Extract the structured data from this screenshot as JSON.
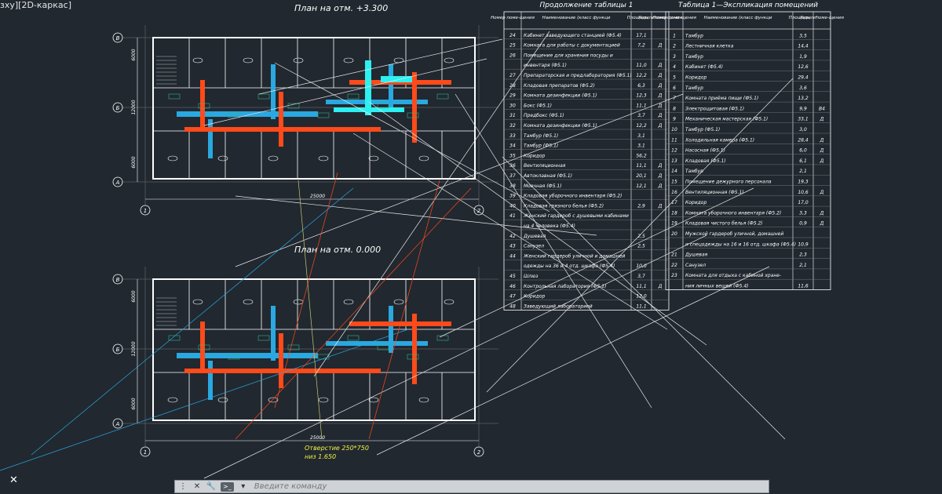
{
  "viewport_label": "зху][2D-каркас]",
  "plan_upper": {
    "title": "План на отм. +3.300",
    "axes_rows": [
      "В",
      "Б",
      "А"
    ],
    "axes_cols": [
      "1",
      "2"
    ],
    "dims_left": [
      "6000",
      "12000",
      "6000"
    ],
    "dim_bottom": "25000"
  },
  "plan_lower": {
    "title": "План на отм. 0.000",
    "axes_rows": [
      "В",
      "Б",
      "А"
    ],
    "axes_cols": [
      "1",
      "2"
    ],
    "dims_left": [
      "6000",
      "12000",
      "6000"
    ],
    "dim_bottom": "25000",
    "note_line1": "Отверстие 250*750",
    "note_line2": "низ 1.650"
  },
  "table_continued": {
    "title": "Продолжение таблицы 1",
    "headers": [
      "Номер поме-щения",
      "Наименование (класс функциональной пожарной опасности)",
      "Площадь, м²",
      "Катег. поме-щения"
    ],
    "rows": [
      [
        "24",
        "Кабинет заведующего станцией (Ф5.4)",
        "17,1",
        ""
      ],
      [
        "25",
        "Комната для работы с документацией",
        "7,2",
        "Д"
      ],
      [
        "26",
        "Помещение для хранения посуды и",
        "",
        ""
      ],
      [
        "",
        "инвентаря (Ф5.1)",
        "11,0",
        "Д"
      ],
      [
        "27",
        "Препараторская и предлаборатория (Ф5.1)",
        "12,2",
        "Д"
      ],
      [
        "28",
        "Кладовая препаратов (Ф5.2)",
        "6,3",
        "Д"
      ],
      [
        "29",
        "Комната дезинфекции (Ф5.1)",
        "12,3",
        "Д"
      ],
      [
        "30",
        "Бокс (Ф5.1)",
        "11,1",
        "Д"
      ],
      [
        "31",
        "Предбокс (Ф5.1)",
        "3,7",
        "Д"
      ],
      [
        "32",
        "Комната дезинфекции (Ф5.1)",
        "12,2",
        "Д"
      ],
      [
        "33",
        "Тамбур (Ф5.1)",
        "3,1",
        ""
      ],
      [
        "34",
        "Тамбур (Ф5.1)",
        "3,1",
        ""
      ],
      [
        "35",
        "Коридор",
        "56,2",
        ""
      ],
      [
        "36",
        "Вентиляционная",
        "11,1",
        "Д"
      ],
      [
        "37",
        "Автоклавная (Ф5.1)",
        "20,1",
        "Д"
      ],
      [
        "38",
        "Моечная (Ф5.1)",
        "12,1",
        "Д"
      ],
      [
        "39",
        "Кладовая уборочного инвентаря (Ф5.2)",
        "",
        ""
      ],
      [
        "40",
        "Кладовая грязного белья (Ф5.2)",
        "2,9",
        "Д"
      ],
      [
        "41",
        "Женский гардероб с душевыми кабинами",
        "",
        ""
      ],
      [
        "",
        "на 4 человека (Ф5.4)",
        "",
        ""
      ],
      [
        "42",
        "Душевая",
        "2,5",
        ""
      ],
      [
        "43",
        "Санузел",
        "2,5",
        ""
      ],
      [
        "44",
        "Женский гардероб уличной и домашней",
        "",
        ""
      ],
      [
        "",
        "одежды на 36 и 4 отд. шкафа (Ф5.4)",
        "10,0",
        ""
      ],
      [
        "45",
        "Шлюз",
        "3,7",
        ""
      ],
      [
        "46",
        "Контрольная лаборатория (Ф5.1)",
        "11,1",
        "Д"
      ],
      [
        "47",
        "Коридор",
        "12,0",
        ""
      ],
      [
        "48",
        "Заведующий лабораторией",
        "11,1",
        ""
      ]
    ]
  },
  "table_1": {
    "title": "Таблица 1—Экспликация помещений",
    "headers": [
      "Номер поме-щения",
      "Наименование (класс функциональной пожарной опасности)",
      "Площадь, м²",
      "Катег. поме-щения"
    ],
    "rows": [
      [
        "1",
        "Тамбур",
        "3,5",
        ""
      ],
      [
        "2",
        "Лестничная клетка",
        "14,4",
        ""
      ],
      [
        "3",
        "Тамбур",
        "1,9",
        ""
      ],
      [
        "4",
        "Кабинет (Ф5.4)",
        "12,6",
        ""
      ],
      [
        "5",
        "Коридор",
        "29,4",
        ""
      ],
      [
        "6",
        "Тамбур",
        "3,6",
        ""
      ],
      [
        "7",
        "Комната приёма пищи (Ф5.1)",
        "13,2",
        ""
      ],
      [
        "8",
        "Электрощитовая (Ф5.1)",
        "9,9",
        "В4"
      ],
      [
        "9",
        "Механическая мастерская (Ф5.1)",
        "33,1",
        "Д"
      ],
      [
        "10",
        "Тамбур (Ф5.1)",
        "3,0",
        ""
      ],
      [
        "11",
        "Холодильная камера (Ф5.1)",
        "28,4",
        "Д"
      ],
      [
        "12",
        "Насосная (Ф5.1)",
        "6,0",
        "Д"
      ],
      [
        "13",
        "Кладовая (Ф5.1)",
        "6,1",
        "Д"
      ],
      [
        "14",
        "Тамбур",
        "2,1",
        ""
      ],
      [
        "15",
        "Помещение дежурного персонала",
        "19,3",
        ""
      ],
      [
        "16",
        "Вентиляционная (Ф5.1)",
        "10,6",
        "Д"
      ],
      [
        "17",
        "Коридор",
        "17,0",
        ""
      ],
      [
        "18",
        "Комната уборочного инвентаря (Ф5.2)",
        "3,3",
        "Д"
      ],
      [
        "19",
        "Кладовая чистого белья (Ф5.2)",
        "0,9",
        "Д"
      ],
      [
        "20",
        "Мужской гардероб уличной, домашней",
        "",
        ""
      ],
      [
        "",
        "и спецодежды на 16 и 16 отд. шкафа (Ф5.4)",
        "10,9",
        ""
      ],
      [
        "21",
        "Душевая",
        "2,3",
        ""
      ],
      [
        "22",
        "Санузел",
        "2,1",
        ""
      ],
      [
        "23",
        "Комната для отдыха с кабиной хране-",
        "",
        ""
      ],
      [
        "",
        "ния личных вещей (Ф5.4)",
        "11,6",
        ""
      ]
    ]
  },
  "command_line": {
    "placeholder": "Введите команду",
    "close_glyph": "✕",
    "settings_glyph": "🔧",
    "prompt_glyph": ">_",
    "dropdown_glyph": "▾",
    "handle_glyph": "⋮"
  },
  "colors": {
    "background": "#212830",
    "duct_supply": "#ff4a1a",
    "duct_exhaust": "#2aa8e0",
    "duct_cyan": "#2df0f0",
    "wall": "#ffffff",
    "tag_green": "#2fb58a",
    "leader_lines": "#e8e8e8"
  }
}
